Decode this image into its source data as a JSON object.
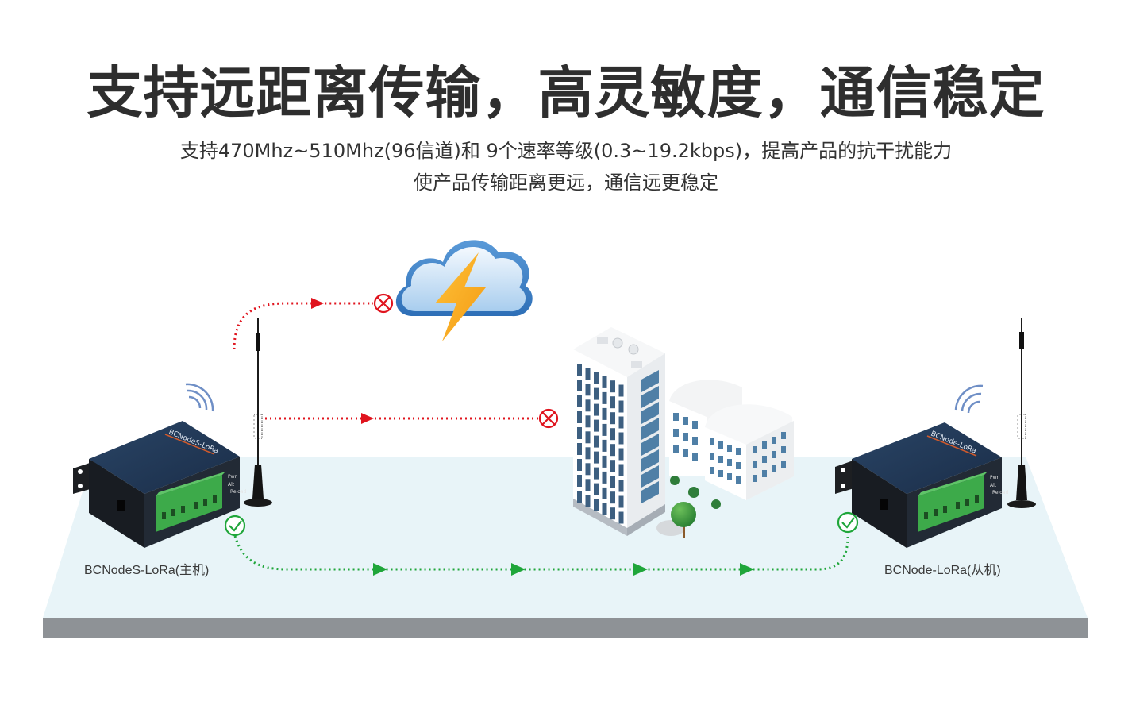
{
  "header": {
    "title": "支持远距离传输，高灵敏度，通信稳定",
    "subtitle_line1": "支持470Mhz~510Mhz(96信道)和 9个速率等级(0.3~19.2kbps)，提高产品的抗干扰能力",
    "subtitle_line2": "使产品传输距离更远，通信远更稳定"
  },
  "devices": {
    "master": {
      "label": "BCNodeS-LoRa(主机)",
      "panel_text": "BCNodeS-LoRa",
      "indicators": [
        "Pwr",
        "Alt",
        "Reload"
      ]
    },
    "slave": {
      "label": "BCNode-LoRa(从机)",
      "panel_text": "BCNode-LoRa",
      "indicators": [
        "Pwr",
        "Alt",
        "Reload"
      ]
    }
  },
  "paths": [
    {
      "name": "weather-path",
      "status": "blocked",
      "obstacle": "thunderstorm-cloud",
      "color": "#e0141e"
    },
    {
      "name": "building-path",
      "status": "blocked",
      "obstacle": "buildings",
      "color": "#e0141e"
    },
    {
      "name": "ground-path",
      "status": "success",
      "obstacle": "none",
      "color": "#1fa63a"
    }
  ],
  "colors": {
    "blocked": "#e0141e",
    "success": "#1fa63a",
    "floor": "#e8f4f8",
    "floor_edge": "#8e9296",
    "device_body": "#1f3550",
    "terminal_green": "#3daa4a",
    "title_text": "#2e2e2e"
  }
}
